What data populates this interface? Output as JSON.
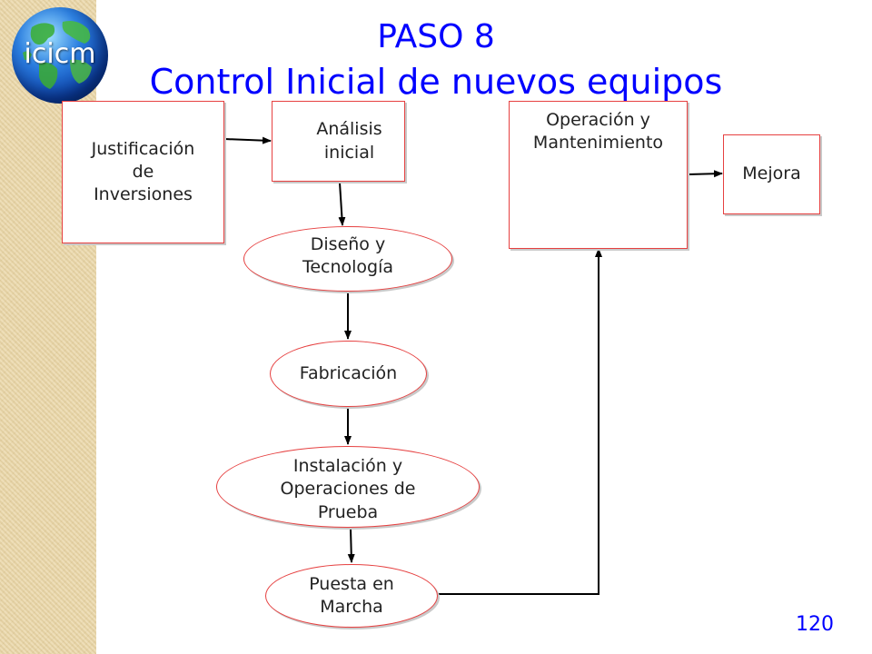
{
  "logo": {
    "text": "icicm"
  },
  "title": {
    "line1": "PASO 8",
    "line2": "Control Inicial de nuevos equipos"
  },
  "nodes": {
    "justificacion": "Justificación de Inversiones",
    "analisis": "Análisis inicial",
    "diseno": "Diseño y Tecnología",
    "fabricacion": "Fabricación",
    "instalacion": "Instalación y Operaciones de Prueba",
    "puesta": "Puesta en Marcha",
    "operacion": "Operación y Mantenimiento",
    "mejora": "Mejora"
  },
  "page_number": "120",
  "colors": {
    "title": "#0000ff",
    "node_border": "#e64040",
    "arrow": "#000000"
  }
}
